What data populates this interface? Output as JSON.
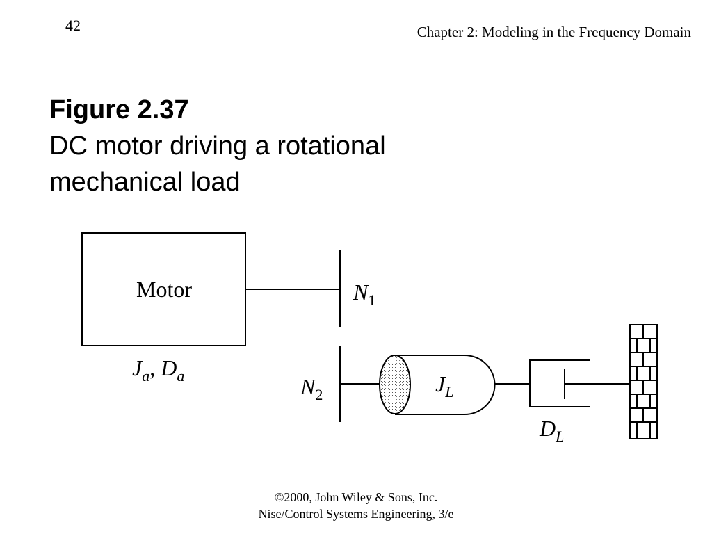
{
  "header": {
    "page_number": "42",
    "chapter_title": "Chapter 2: Modeling in the Frequency Domain"
  },
  "figure": {
    "label": "Figure 2.37",
    "caption": "DC motor driving a rotational mechanical load"
  },
  "diagram": {
    "motor_label": "Motor",
    "motor_params": {
      "J": "J",
      "J_sub": "a",
      "separator": ", ",
      "D": "D",
      "D_sub": "a"
    },
    "gear1": {
      "symbol": "N",
      "sub": "1"
    },
    "gear2": {
      "symbol": "N",
      "sub": "2"
    },
    "load_inertia": {
      "symbol": "J",
      "sub": "L"
    },
    "load_damper": {
      "symbol": "D",
      "sub": "L"
    }
  },
  "footer": {
    "copyright": "©2000, John Wiley & Sons, Inc.",
    "book": "Nise/Control Systems Engineering, 3/e"
  }
}
